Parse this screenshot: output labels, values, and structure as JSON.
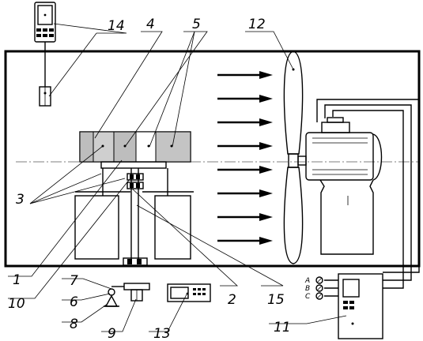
{
  "diagram": {
    "callouts": [
      {
        "id": "c1",
        "text": "1"
      },
      {
        "id": "c2",
        "text": "2"
      },
      {
        "id": "c3",
        "text": "3"
      },
      {
        "id": "c4",
        "text": "4"
      },
      {
        "id": "c5",
        "text": "5"
      },
      {
        "id": "c6",
        "text": "6"
      },
      {
        "id": "c7",
        "text": "7"
      },
      {
        "id": "c8",
        "text": "8"
      },
      {
        "id": "c9",
        "text": "9"
      },
      {
        "id": "c10",
        "text": "10"
      },
      {
        "id": "c11",
        "text": "11"
      },
      {
        "id": "c12",
        "text": "12"
      },
      {
        "id": "c13",
        "text": "13"
      },
      {
        "id": "c14",
        "text": "14"
      },
      {
        "id": "c15",
        "text": "15"
      }
    ],
    "phases": [
      "A",
      "B",
      "C"
    ],
    "airflow_arrow_count": 8,
    "colors": {
      "line": "#000000",
      "fill_gray": "#c8c8c8",
      "background": "#ffffff"
    }
  }
}
